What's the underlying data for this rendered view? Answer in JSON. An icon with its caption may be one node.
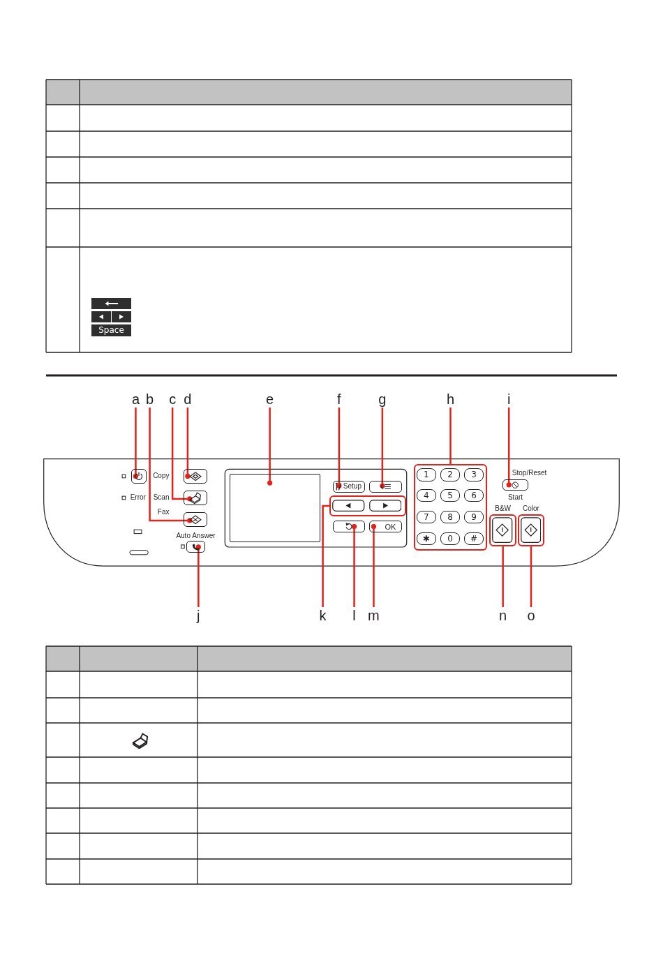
{
  "diagram": {
    "nodes": [
      {
        "text": [],
        "shape": "box"
      },
      {
        "text": [],
        "shape": "box"
      },
      {
        "text": [],
        "shape": "box"
      },
      {
        "text": [
          "Space"
        ]
      },
      {
        "text": [
          "a"
        ]
      },
      {
        "text": [
          "b"
        ]
      },
      {
        "text": [
          "c"
        ]
      },
      {
        "text": [
          "d"
        ]
      },
      {
        "text": [
          "e"
        ]
      },
      {
        "text": [
          "f"
        ]
      },
      {
        "text": [
          "g"
        ]
      },
      {
        "text": [
          "h"
        ]
      },
      {
        "text": [
          "i"
        ]
      },
      {
        "text": [],
        "shape": "box"
      },
      {
        "text": [],
        "shape": "box"
      },
      {
        "text": [],
        "shape": "box"
      },
      {
        "text": [],
        "shape": "box"
      },
      {
        "text": [],
        "shape": "box",
        "beside": [
          "Auto Answer"
        ]
      },
      {
        "text": [],
        "shape": "box"
      },
      {
        "text": [
          "Setup"
        ]
      },
      {
        "text": [],
        "shape": "box"
      },
      {
        "text": [],
        "shape": "box"
      },
      {
        "text": [],
        "shape": "box"
      },
      {
        "text": [
          "OK"
        ]
      },
      {
        "text": [],
        "shape": "box"
      },
      {
        "text": [
          "1"
        ],
        "in": 24
      },
      {
        "text": [
          "2"
        ],
        "in": 24
      },
      {
        "text": [
          "3"
        ],
        "in": 24
      },
      {
        "text": [
          "4"
        ],
        "in": 24
      },
      {
        "text": [
          "5"
        ],
        "in": 24
      },
      {
        "text": [
          "6"
        ],
        "in": 24
      },
      {
        "text": [
          "7"
        ],
        "in": 24
      },
      {
        "text": [
          "8"
        ],
        "in": 24
      },
      {
        "text": [
          "9"
        ],
        "in": 24
      },
      {
        "text": [
          "✱"
        ],
        "in": 24
      },
      {
        "text": [
          "0"
        ],
        "in": 24
      },
      {
        "text": [
          "#"
        ],
        "in": 24
      },
      {
        "text": [],
        "shape": "box",
        "beside": [
          "Stop/Reset"
        ]
      },
      {
        "text": [],
        "shape": "box",
        "beside": [
          "B&W"
        ]
      },
      {
        "text": [],
        "shape": "box",
        "beside": [
          "Color"
        ]
      },
      {
        "text": [
          "j"
        ]
      },
      {
        "text": [
          "k"
        ]
      },
      {
        "text": [
          "l"
        ]
      },
      {
        "text": [
          "m"
        ]
      },
      {
        "text": [
          "n"
        ]
      },
      {
        "text": [
          "o"
        ]
      }
    ],
    "edges": [
      {
        "from": 4,
        "to": 13,
        "arrow": "other"
      },
      {
        "from": 5,
        "to": 16,
        "arrow": "other"
      },
      {
        "from": 6,
        "to": 15,
        "arrow": "other"
      },
      {
        "from": 7,
        "to": 14,
        "arrow": "other"
      },
      {
        "from": 8,
        "to": 18,
        "arrow": "other"
      },
      {
        "from": 9,
        "to": 19,
        "arrow": "other"
      },
      {
        "from": 10,
        "to": 20,
        "arrow": "other"
      },
      {
        "from": 11,
        "to": 24,
        "arrow": "none"
      },
      {
        "from": 12,
        "to": 37,
        "arrow": "other"
      },
      {
        "from": 40,
        "to": 17,
        "arrow": "other"
      },
      {
        "from": 41,
        "to": 21,
        "arrow": "none"
      },
      {
        "from": 42,
        "to": 22,
        "arrow": "other"
      },
      {
        "from": 43,
        "to": 23,
        "arrow": "other"
      },
      {
        "from": 44,
        "to": 38,
        "arrow": "none"
      },
      {
        "from": 45,
        "to": 39,
        "arrow": "none"
      }
    ],
    "labels": [
      "Copy",
      "Error",
      "Scan",
      "Start",
      "Fax"
    ]
  }
}
